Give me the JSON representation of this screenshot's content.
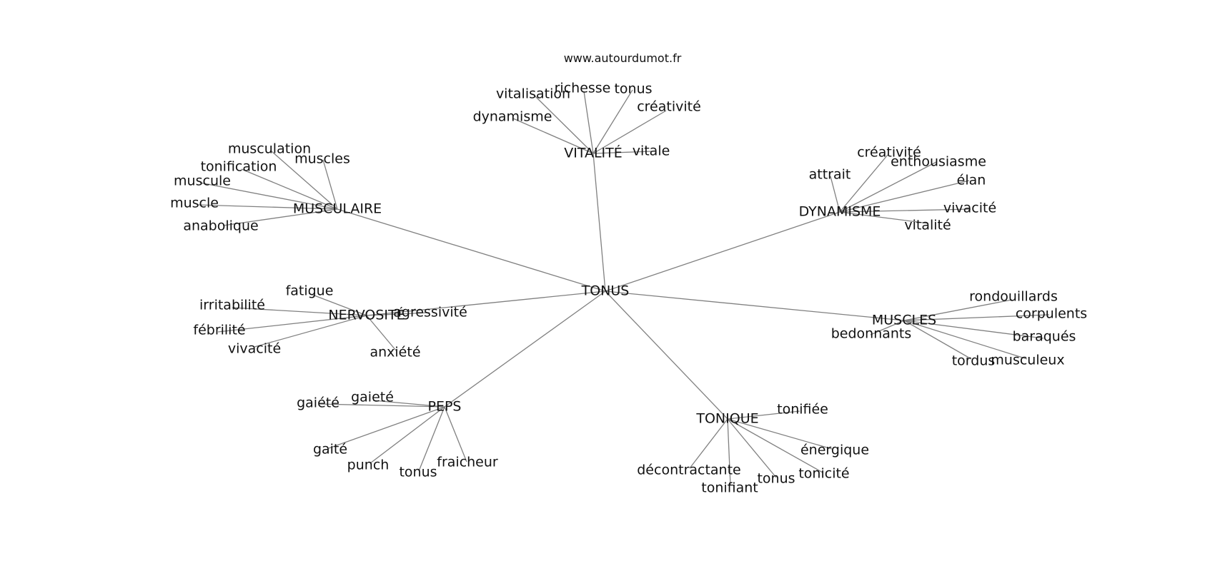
{
  "site": "www.autourdumot.fr",
  "graph": {
    "center": "TONUS",
    "clusters": [
      {
        "label": "VITALITÉ",
        "words": [
          "dynamisme",
          "vitalisation",
          "richesse",
          "tonus",
          "créativité",
          "vitale"
        ]
      },
      {
        "label": "MUSCULAIRE",
        "words": [
          "musculation",
          "muscles",
          "tonification",
          "muscule",
          "muscle",
          "anabolique"
        ]
      },
      {
        "label": "DYNAMISME",
        "words": [
          "attrait",
          "créativité",
          "enthousiasme",
          "élan",
          "vivacité",
          "vitalité"
        ]
      },
      {
        "label": "NERVOSITÉ",
        "words": [
          "fatigue",
          "irritabilité",
          "fébrilité",
          "vivacité",
          "anxiété",
          "agressivité"
        ]
      },
      {
        "label": "MUSCLES",
        "words": [
          "rondouillards",
          "corpulents",
          "baraqués",
          "musculeux",
          "tordus",
          "bedonnants"
        ]
      },
      {
        "label": "PEPS",
        "words": [
          "gaieté",
          "gaiété",
          "gaité",
          "punch",
          "tonus",
          "fraicheur"
        ]
      },
      {
        "label": "TONIQUE",
        "words": [
          "tonifiée",
          "énergique",
          "tonicité",
          "tonus",
          "tonifiant",
          "décontractante"
        ]
      }
    ]
  }
}
